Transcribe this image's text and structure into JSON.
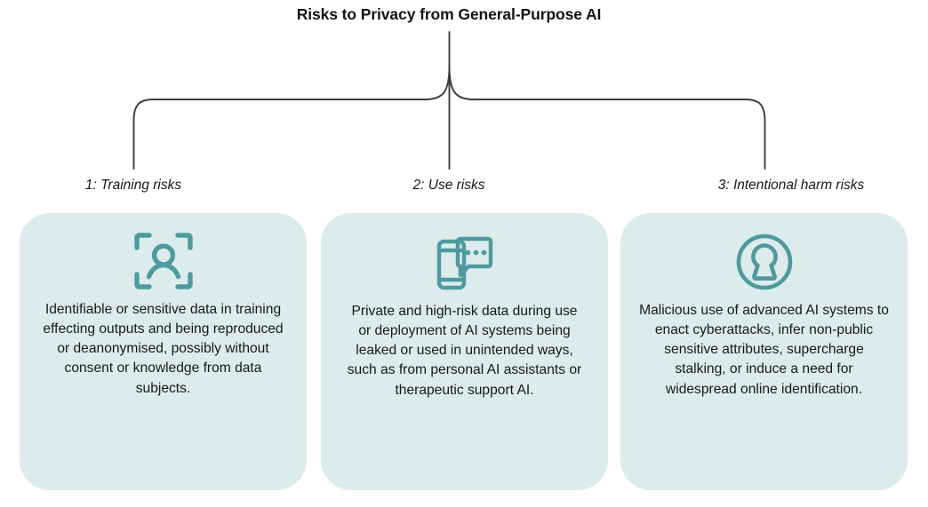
{
  "title": "Risks to Privacy from General-Purpose AI",
  "colors": {
    "card_background": "#dcebec",
    "icon_teal": "#4e9a9e",
    "connector_line": "#3a3d40",
    "text": "#16191c"
  },
  "branches": [
    {
      "label": "1: Training risks",
      "icon": "person-in-viewfinder-icon",
      "body": "Identifiable or sensitive data in training effecting outputs and being reproduced or deanonymised, possibly without consent or knowledge from data subjects."
    },
    {
      "label": "2: Use risks",
      "icon": "phone-chat-bubble-icon",
      "body": "Private and high-risk data during use or deployment of AI systems being leaked or used in unintended ways, such as from personal AI assistants or therapeutic support AI."
    },
    {
      "label": "3: Intentional harm risks",
      "icon": "keyhole-circle-icon",
      "body": "Malicious use of advanced AI systems to enact cyberattacks, infer non-public sensitive attributes, supercharge stalking, or induce a need for widespread online identification."
    }
  ]
}
